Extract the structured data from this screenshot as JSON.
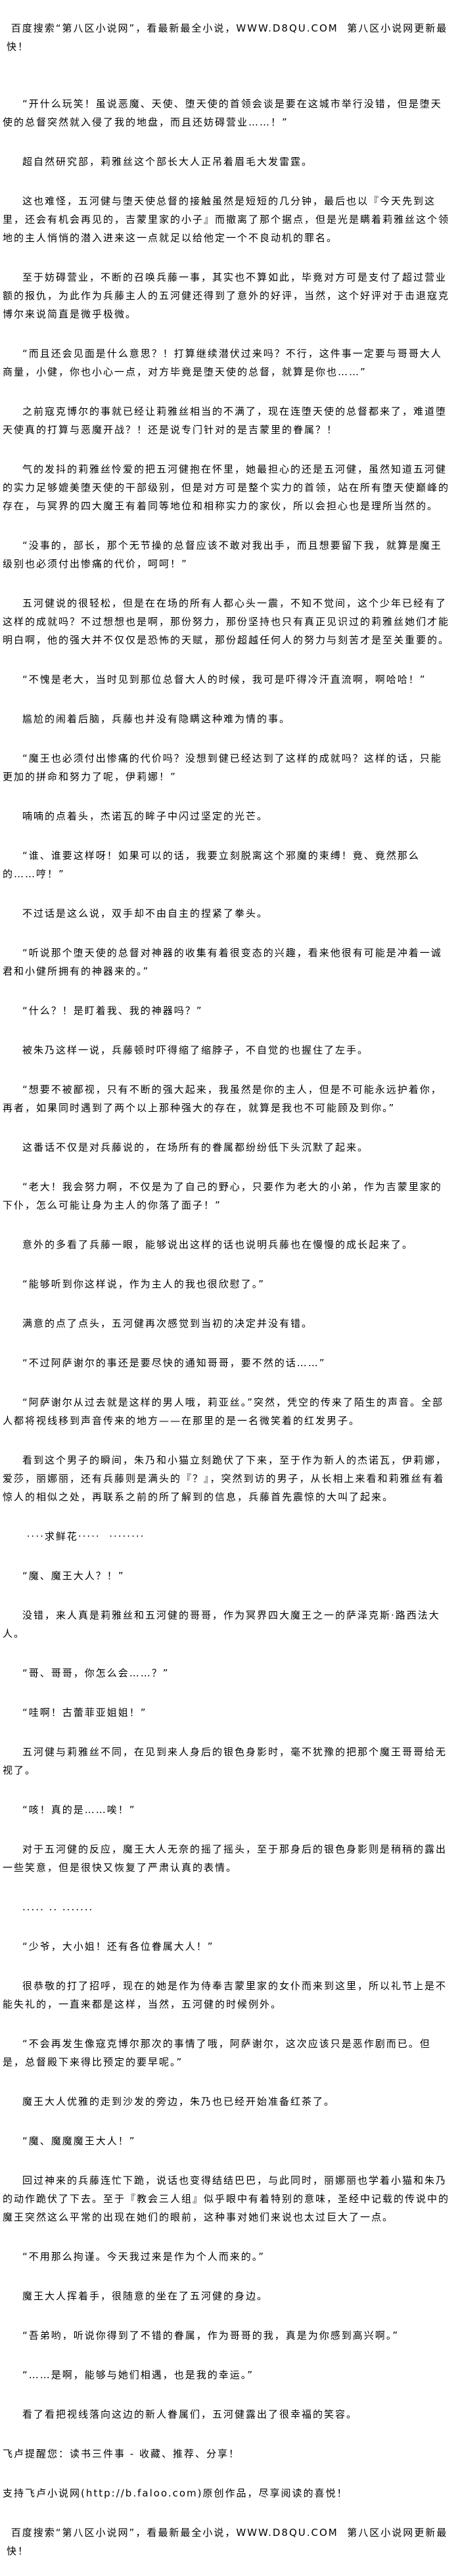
{
  "banner": " 百度搜索“第八区小说网”，看最新最全小说，WWW.D8QU.COM  第八区小说网更新最快！",
  "paragraphs": [
    "“开什么玩笑！虽说恶魔、天使、堕天使的首领会谈是要在这城市举行没错，但是堕天使的总督突然就入侵了我的地盘，而且还妨碍营业……！”",
    "超自然研究部，莉雅丝这个部长大人正吊着眉毛大发雷霆。",
    "这也难怪，五河健与堕天使总督的接触虽然是短短的几分钟，最后也以『今天先到这里，还会有机会再见的，吉蒙里家的小子』而撤离了那个据点，但是光是瞒着莉雅丝这个领地的主人悄悄的潜入进来这一点就足以给他定一个不良动机的罪名。",
    "至于妨碍营业，不断的召唤兵藤一事，其实也不算如此，毕竟对方可是支付了超过营业额的报仇，为此作为兵藤主人的五河健还得到了意外的好评，当然，这个好评对于击退寇克博尔来说简直是微乎极微。",
    "“而且还会见面是什么意思？！打算继续潜伏过来吗？不行，这件事一定要与哥哥大人商量，小健，你也小心一点，对方毕竟是堕天使的总督，就算是你也……”",
    "之前寇克博尔的事就已经让莉雅丝相当的不满了，现在连堕天使的总督都来了，难道堕天使真的打算与恶魔开战？！还是说专门针对的是吉蒙里的眷属？！",
    "气的发抖的莉雅丝怜爱的把五河健抱在怀里，她最担心的还是五河健，虽然知道五河健的实力足够媲美堕天使的干部级别，但是对方可是整个实力的首领，站在所有堕天使巅峰的存在，与冥界的四大魔王有着同等地位和相称实力的家伙，所以会担心也是理所当然的。",
    "“没事的，部长，那个无节操的总督应该不敢对我出手，而且想要留下我，就算是魔王级别也必须付出惨痛的代价，呵呵！”",
    "五河健说的很轻松，但是在在场的所有人都心头一震，不知不觉间，这个少年已经有了这样的成就吗？不过想想也是啊，那份努力，那份坚持也只有真正见识过的莉雅丝她们才能明白啊，他的强大并不仅仅是恐怖的天赋，那份超越任何人的努力与刻苦才是至关重要的。",
    "“不愧是老大，当时见到那位总督大人的时候，我可是吓得冷汗直流啊，啊哈哈！”",
    "尴尬的闹着后脑，兵藤也并没有隐瞒这种难为情的事。",
    "“魔王也必须付出惨痛的代价吗？没想到健已经达到了这样的成就吗？这样的话，只能更加的拼命和努力了呢，伊莉娜！”",
    "喃喃的点着头，杰诺瓦的眸子中闪过坚定的光芒。",
    "“谁、谁要这样呀！如果可以的话，我要立刻脱离这个邪魔的束缚！竟、竟然那么的……哼！”",
    "不过话是这么说，双手却不由自主的捏紧了拳头。",
    "“听说那个堕天使的总督对神器的收集有着很变态的兴趣，看来他很有可能是冲着一诚君和小健所拥有的神器来的。”",
    "“什么？！是盯着我、我的神器吗？”",
    "被朱乃这样一说，兵藤顿时吓得缩了缩脖子，不自觉的也握住了左手。",
    "“想要不被鄙视，只有不断的强大起来，我虽然是你的主人，但是不可能永远护着你，再者，如果同时遇到了两个以上那种强大的存在，就算是我也不可能顾及到你。”",
    "这番话不仅是对兵藤说的，在场所有的眷属都纷纷低下头沉默了起来。",
    "“老大！我会努力啊，不仅是为了自己的野心，只要作为老大的小弟，作为吉蒙里家的下仆，怎么可能让身为主人的你落了面子！”",
    "意外的多看了兵藤一眼，能够说出这样的话也说明兵藤也在慢慢的成长起来了。",
    "“能够听到你这样说，作为主人的我也很欣慰了。”",
    "满意的点了点头，五河健再次感觉到当初的决定并没有错。",
    "“不过阿萨谢尔的事还是要尽快的通知哥哥，要不然的话……”",
    "“阿萨谢尔从过去就是这样的男人哦，莉亚丝。”突然，凭空的传来了陌生的声音。全部人都将视线移到声音传来的地方——在那里的是一名微笑着的红发男子。",
    "看到这个男子的瞬间，朱乃和小猫立刻跪伏了下来，至于作为新人的杰诺瓦，伊莉娜，爱莎，丽娜丽，还有兵藤则是满头的『？』，突然到访的男子，从长相上来看和莉雅丝有着惊人的相似之处，再联系之前的所了解到的信息，兵藤首先震惊的大叫了起来。",
    " ····求鲜花·····  ········",
    "“魔、魔王大人？！”",
    "没错，来人真是莉雅丝和五河健的哥哥，作为冥界四大魔王之一的萨泽克斯·路西法大人。",
    "“哥、哥哥，你怎么会……？”",
    "“哇啊！古蕾菲亚姐姐！”",
    "五河健与莉雅丝不同，在见到来人身后的银色身影时，毫不犹豫的把那个魔王哥哥给无视了。",
    "“咳！真的是……唉！”",
    "对于五河健的反应，魔王大人无奈的摇了摇头，至于那身后的银色身影则是稍稍的露出一些笑意，但是很快又恢复了严肃认真的表情。",
    "..... .. .......",
    "“少爷，大小姐！还有各位眷属大人！”",
    "很恭敬的打了招呼，现在的她是作为侍奉吉蒙里家的女仆而来到这里，所以礼节上是不能失礼的，一直来都是这样，当然，五河健的时候例外。",
    "“不会再发生像寇克博尔那次的事情了哦，阿萨谢尔，这次应该只是恶作剧而已。但是，总督殿下来得比预定的要早呢。”",
    "魔王大人优雅的走到沙发的旁边，朱乃也已经开始准备红茶了。",
    "“魔、魔魔魔王大人！”",
    "回过神来的兵藤连忙下跪，说话也变得结结巴巴，与此同时，丽娜丽也学着小猫和朱乃的动作跪伏了下去。至于『教会三人组』似乎眼中有着特别的意味，圣经中记载的传说中的魔王突然这么平常的出现在她们的眼前，这种事对她们来说也太过巨大了一点。",
    "“不用那么拘谨。今天我过来是作为个人而来的。”",
    "魔王大人挥着手，很随意的坐在了五河健的身边。",
    "“吾弟哟，听说你得到了不错的眷属，作为哥哥的我，真是为你感到高兴啊。”",
    "“……是啊，能够与她们相遇，也是我的幸运。”",
    "看了看把视线落向这边的新人眷属们，五河健露出了很幸福的笑容。"
  ],
  "footer": {
    "reminder": "飞卢提醒您：读书三件事 - 收藏、推荐、分享！",
    "support": "支持飞卢小说网(http://b.faloo.com)原创作品，尽享阅读的喜悦！",
    "banner": " 百度搜索“第八区小说网”，看最新最全小说，WWW.D8QU.COM  第八区小说网更新最快！"
  }
}
